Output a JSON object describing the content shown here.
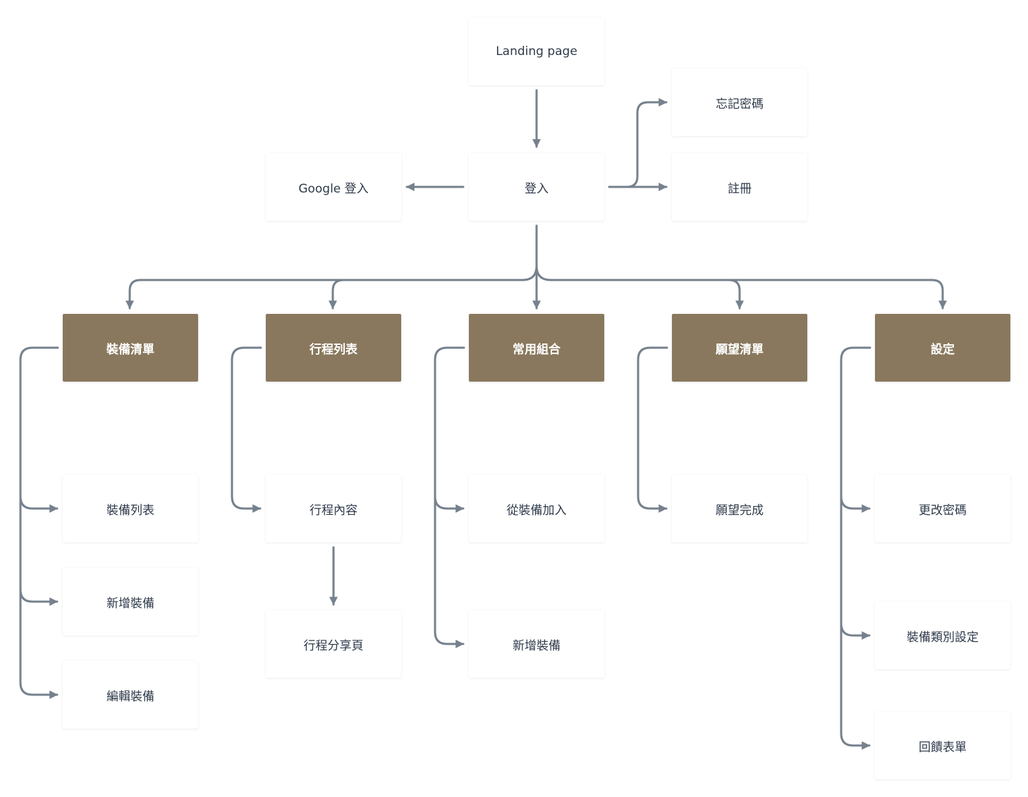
{
  "colors": {
    "connector": "#76818d",
    "primary_fill": "#89785d",
    "node_text": "#2e3a4a"
  },
  "nodes": {
    "landing": "Landing page",
    "login": "登入",
    "google_login": "Google 登入",
    "forgot_password": "忘記密碼",
    "register": "註冊",
    "gear_list": "裝備清單",
    "trip_list": "行程列表",
    "common_sets": "常用組合",
    "wishlist": "願望清單",
    "settings": "設定",
    "gear_list_view": "裝備列表",
    "gear_add": "新增裝備",
    "gear_edit": "編輯裝備",
    "trip_content": "行程內容",
    "trip_share": "行程分享頁",
    "sets_from_gear": "從裝備加入",
    "sets_add_gear": "新增裝備",
    "wish_complete": "願望完成",
    "change_password": "更改密碼",
    "gear_category_settings": "裝備類別設定",
    "feedback_form": "回饋表單"
  }
}
